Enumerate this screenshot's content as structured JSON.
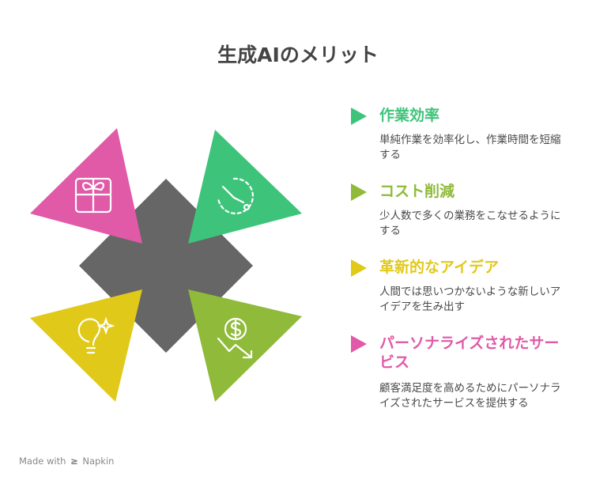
{
  "title": "生成AIのメリット",
  "colors": {
    "center": "#666666",
    "pink": "#e05aa8",
    "green": "#3ec47a",
    "olive": "#8fba3a",
    "yellow": "#e1c91a"
  },
  "benefits": [
    {
      "heading": "作業効率",
      "description": "単純作業を効率化し、作業時間を短縮する",
      "color": "#3ec47a",
      "icon": "timer-icon"
    },
    {
      "heading": "コスト削減",
      "description": "少人数で多くの業務をこなせるようにする",
      "color": "#8fba3a",
      "icon": "dollar-down-icon"
    },
    {
      "heading": "革新的なアイデア",
      "description": "人間では思いつかないような新しいアイデアを生み出す",
      "color": "#e1c91a",
      "icon": "lightbulb-icon"
    },
    {
      "heading": "パーソナライズされたサービス",
      "description": "顧客満足度を高めるためにパーソナライズされたサービスを提供する",
      "color": "#e05aa8",
      "icon": "gift-icon"
    }
  ],
  "credit": {
    "prefix": "Made with",
    "brand": "Napkin"
  }
}
